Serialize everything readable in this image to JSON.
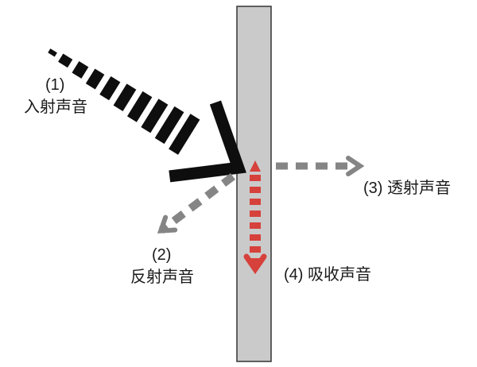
{
  "diagram": {
    "labels": {
      "incident_number": "(1)",
      "incident_name": "入射声音",
      "reflected_number": "(2)",
      "reflected_name": "反射声音",
      "transmitted": "(3) 透射声音",
      "absorbed": "(4) 吸收声音"
    },
    "colors": {
      "incident_arrow": "#0e0e0e",
      "reflected_arrow": "#858585",
      "transmitted_arrow": "#858585",
      "absorbed_arrow": "#d6413b",
      "wall_fill": "#cacaca",
      "wall_border": "#3f3f3f",
      "background": "#ffffff",
      "text": "#1a1a1a"
    }
  }
}
